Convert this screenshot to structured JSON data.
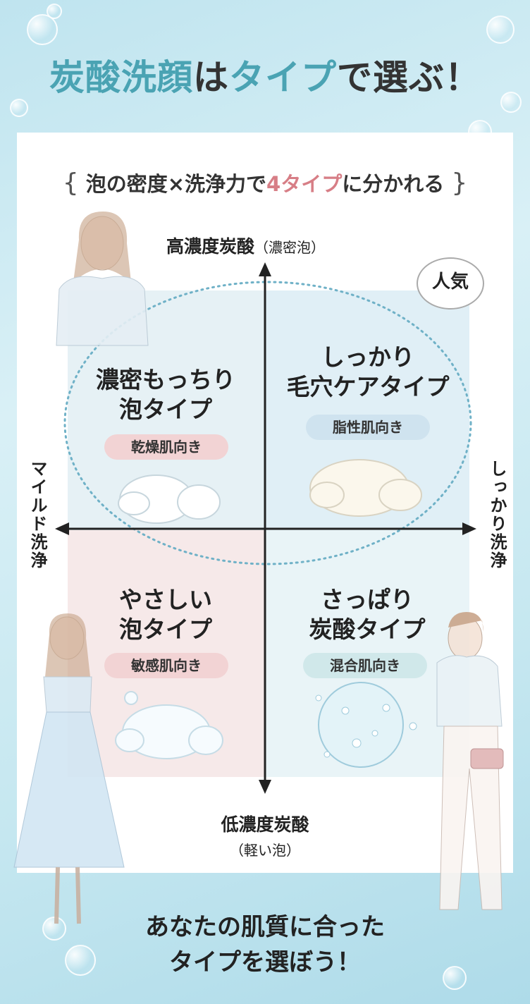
{
  "title": {
    "part1": "炭酸洗顔",
    "part2": "は",
    "part3": "タイプ",
    "part4": "で選ぶ！"
  },
  "subtitle": {
    "open_brace": "{",
    "part1": "泡の密度×洗浄力で",
    "highlight": "4タイプ",
    "part2": "に分かれる",
    "close_brace": "}"
  },
  "axis": {
    "top": "高濃度炭酸",
    "top_sub": "（濃密泡）",
    "bottom": "低濃度炭酸",
    "bottom_sub": "（軽い泡）",
    "left": "マイルド洗浄",
    "right": "しっかり洗浄"
  },
  "popular_badge": "人気",
  "quadrants": [
    {
      "title_line1": "濃密もっちり",
      "title_line2": "泡タイプ",
      "skin": "乾燥肌向き",
      "pill_color": "#f2d3d4"
    },
    {
      "title_line1": "しっかり",
      "title_line2": "毛穴ケアタイプ",
      "skin": "脂性肌向き",
      "pill_color": "#cfe3ef"
    },
    {
      "title_line1": "やさしい",
      "title_line2": "泡タイプ",
      "skin": "敏感肌向き",
      "pill_color": "#f2d3d4"
    },
    {
      "title_line1": "さっぱり",
      "title_line2": "炭酸タイプ",
      "skin": "混合肌向き",
      "pill_color": "#d0e8ea"
    }
  ],
  "footer": {
    "line1": "あなたの肌質に合った",
    "line2": "タイプを選ぼう！"
  },
  "colors": {
    "accent": "#4aa3b3",
    "highlight": "#d77e86",
    "axis": "#222222",
    "ellipse": "#6fb1c7"
  }
}
